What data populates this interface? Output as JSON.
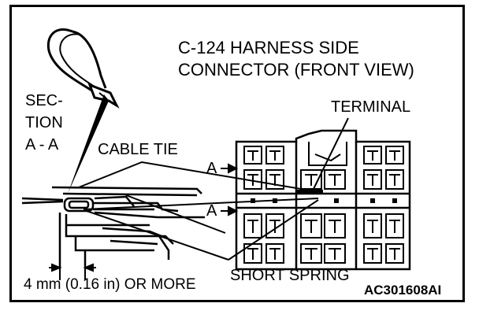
{
  "title_line1": "C-124 HARNESS SIDE",
  "title_line2": "CONNECTOR (FRONT VIEW)",
  "terminal_label": "TERMINAL",
  "section_label": [
    "SEC-",
    "TION",
    "A - A"
  ],
  "cable_tie_label": "CABLE TIE",
  "arrow_label_top": "A",
  "arrow_label_bottom": "A",
  "dimension_label": "4 mm (0.16 in) OR MORE",
  "short_spring_label": "SHORT SPRING",
  "figure_code": "AC301608AI"
}
